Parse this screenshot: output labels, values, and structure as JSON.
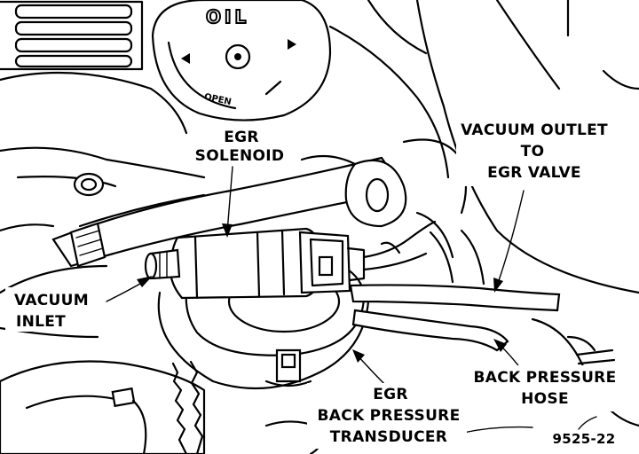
{
  "labels": {
    "egr_solenoid_line1": "EGR",
    "egr_solenoid_line2": "SOLENOID",
    "vacuum_outlet_line1": "VACUUM OUTLET",
    "vacuum_outlet_line2": "TO",
    "vacuum_outlet_line3": "EGR VALVE",
    "vacuum_inlet_line1": "VACUUM",
    "vacuum_inlet_line2": "INLET",
    "back_pressure_hose_line1": "BACK PRESSURE",
    "back_pressure_hose_line2": "HOSE",
    "transducer_line1": "EGR",
    "transducer_line2": "BACK PRESSURE",
    "transducer_line3": "TRANSDUCER",
    "figure_number": "9525-22"
  },
  "cap_text": {
    "top": "OIL",
    "bottom": "OPEN"
  }
}
